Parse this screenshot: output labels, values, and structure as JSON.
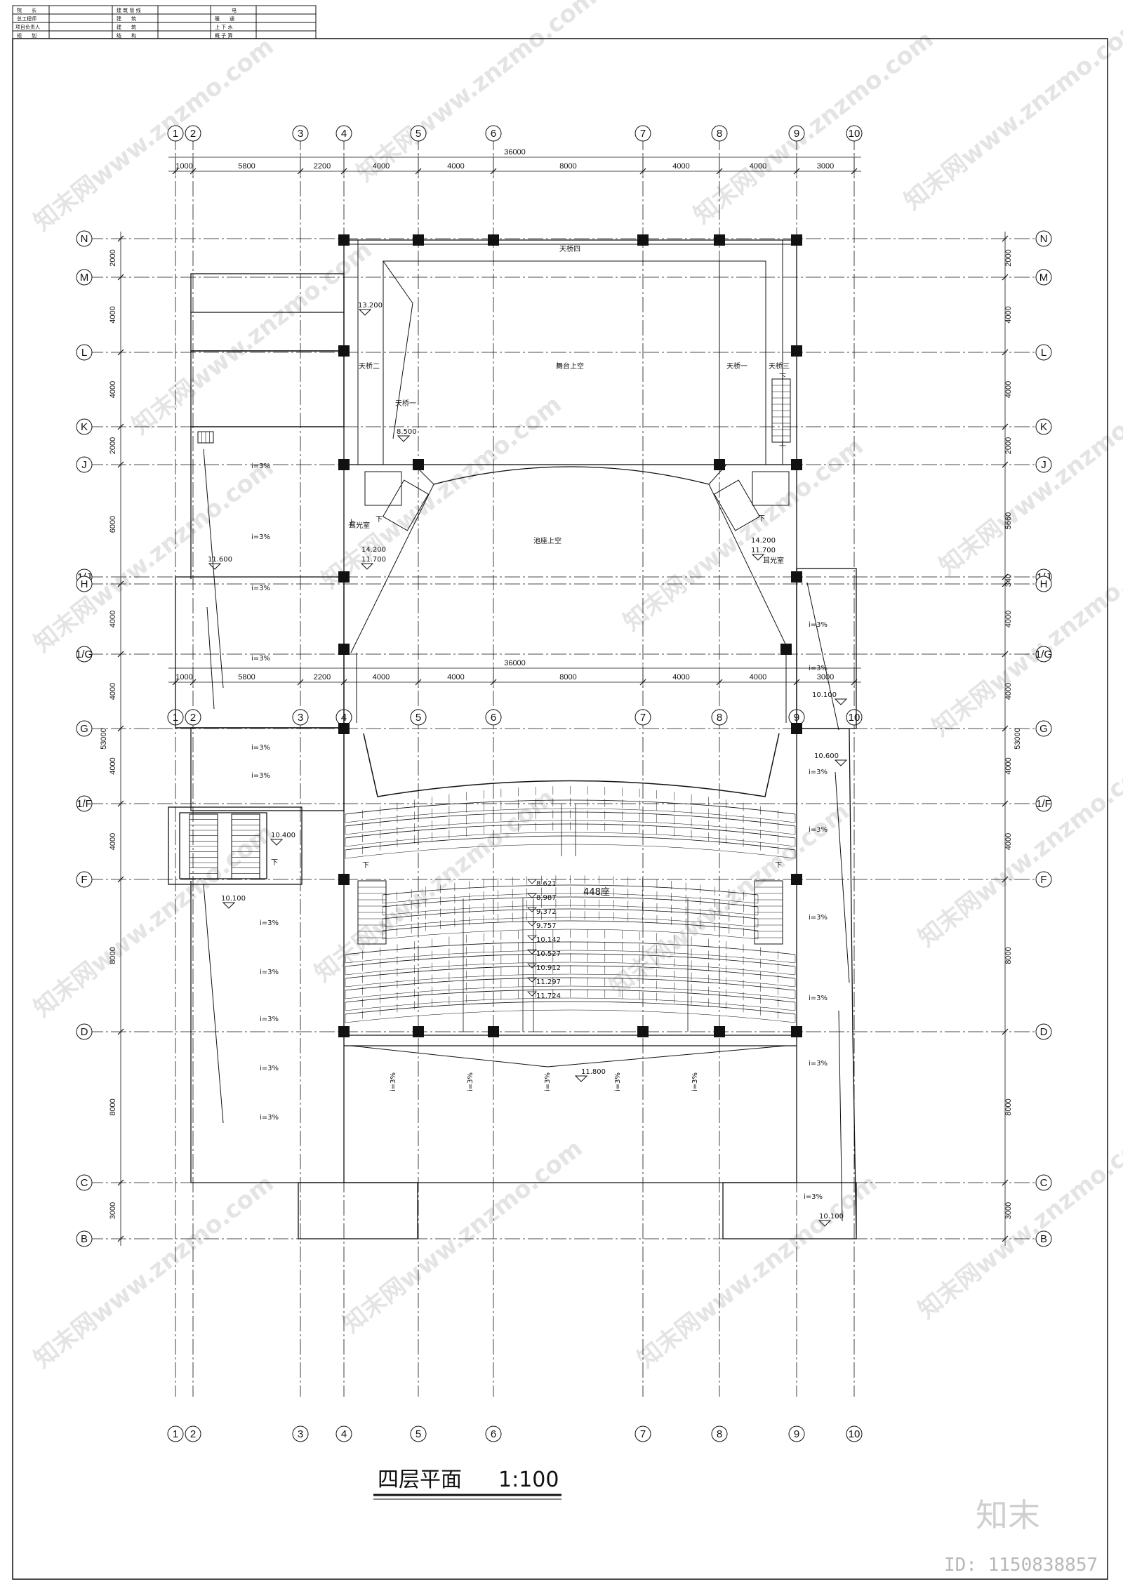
{
  "title_block": {
    "rows": [
      [
        "院　　长",
        "建 筑 管 线",
        "电",
        ""
      ],
      [
        "总工程师",
        "建　　筑",
        "暖　　通",
        ""
      ],
      [
        "项目负责人",
        "建　　筑",
        "上 下 水",
        ""
      ],
      [
        "规　　划",
        "结　　构",
        "概 子 算",
        ""
      ]
    ]
  },
  "axes": {
    "columns": [
      "1",
      "2",
      "3",
      "4",
      "5",
      "6",
      "7",
      "8",
      "9",
      "10"
    ],
    "rows": [
      "N",
      "M",
      "L",
      "K",
      "J",
      "1/J",
      "H",
      "1/G",
      "G",
      "1/F",
      "F",
      "D",
      "C",
      "B"
    ]
  },
  "dimensions": {
    "top_total": "36000",
    "top_segments": [
      "1000",
      "5800",
      "2200",
      "4000",
      "4000",
      "8000",
      "4000",
      "4000",
      "3000"
    ],
    "bottom_total": "36000",
    "bottom_segments": [
      "1000",
      "5800",
      "2200",
      "4000",
      "4000",
      "8000",
      "4000",
      "4000",
      "3000"
    ],
    "left_segments": [
      "2000",
      "4000",
      "4000",
      "2000",
      "6000",
      "4000",
      "4000",
      "4000",
      "4000",
      "8000",
      "8000",
      "3000"
    ],
    "left_total": "53000",
    "right_segments": [
      "2000",
      "4000",
      "4000",
      "2000",
      "5660",
      "340",
      "4000",
      "4000",
      "4000",
      "4000",
      "8000",
      "8000",
      "3000"
    ],
    "right_total": "53000"
  },
  "labels": {
    "bridge4": "天桥四",
    "stage_void": "舞台上空",
    "bridge2": "天桥二",
    "bridge1_left": "天桥一",
    "bridge1_right": "天桥一",
    "bridge3": "天桥三",
    "pit_void": "池座上空",
    "ear_light_left": "耳光室",
    "ear_light_right": "耳光室",
    "seats": "448座",
    "up": "上",
    "down": "下"
  },
  "elevations": [
    "13.200",
    "8.500",
    "14.200",
    "11.700",
    "14.200",
    "11.700",
    "11.600",
    "10.100",
    "10.600",
    "10.400",
    "10.100",
    "11.800",
    "10.100"
  ],
  "seat_step_levels": [
    "8.621",
    "8.987",
    "9.372",
    "9.757",
    "10.142",
    "10.527",
    "10.912",
    "11.297",
    "11.724"
  ],
  "slope_label": "i=3%",
  "title": "四层平面",
  "scale": "1:100",
  "brand": "知末",
  "image_id": "ID: 1150838857",
  "watermark": "知末网www.znzmo.com"
}
